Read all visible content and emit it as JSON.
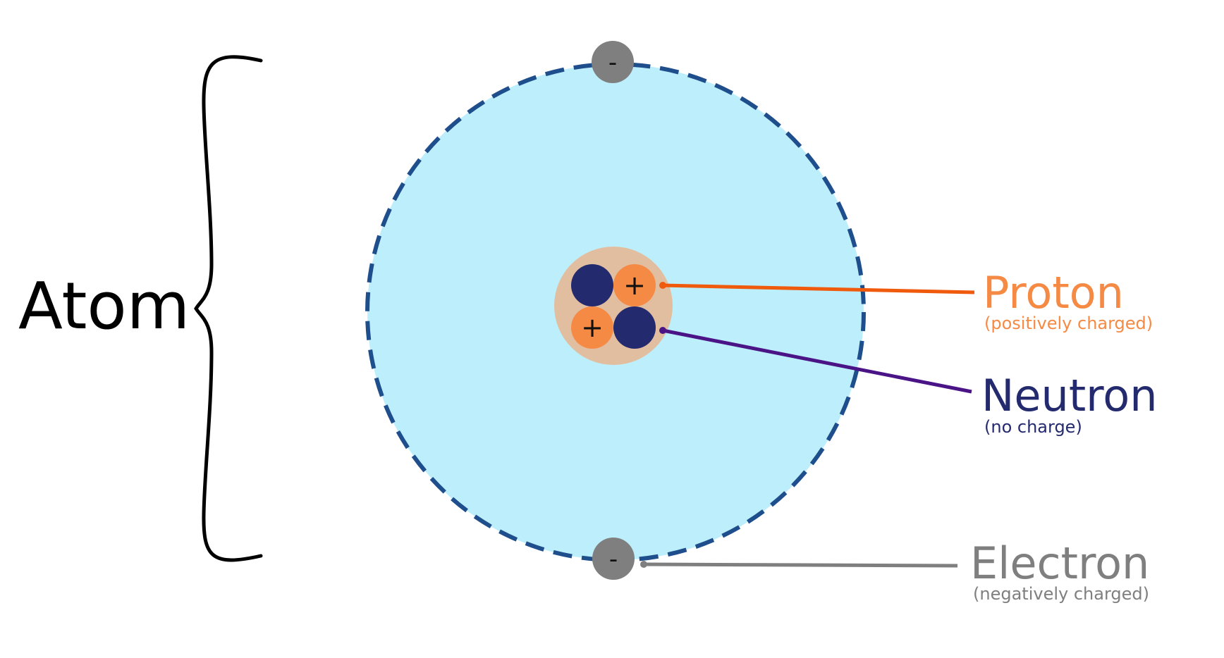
{
  "atom_label": "Atom",
  "nucleus": {
    "proton_symbol": "+",
    "particle_count": {
      "protons": 2,
      "neutrons": 2
    }
  },
  "electron_symbol": "-",
  "labels": {
    "proton": {
      "name": "Proton",
      "note": "(positively charged)"
    },
    "neutron": {
      "name": "Neutron",
      "note": "(no charge)"
    },
    "electron": {
      "name": "Electron",
      "note": "(negatively charged)"
    }
  },
  "colors": {
    "shell_fill": "#bdeefb",
    "shell_stroke": "#1f4e8c",
    "nucleus_fill": "#e2bea1",
    "proton": "#f58a45",
    "proton_line": "#ef5a0c",
    "neutron": "#232a6e",
    "neutron_line": "#4a1487",
    "electron": "#7f7f7f",
    "text_dark": "#000000"
  }
}
